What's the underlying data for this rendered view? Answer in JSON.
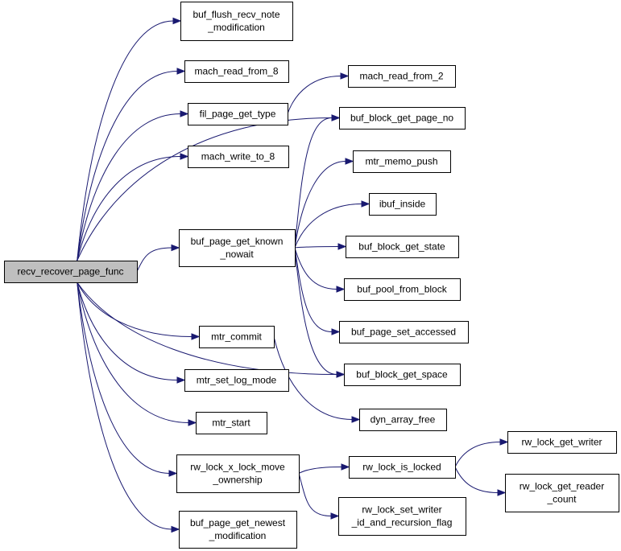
{
  "colors": {
    "edge": "#191970",
    "root_fill": "#bfbfbf",
    "node_fill": "#ffffff",
    "node_border": "#000000"
  },
  "nodes": [
    {
      "id": "recv_recover_page_func",
      "lines": [
        "recv_recover_page_func"
      ],
      "root": true
    },
    {
      "id": "buf_flush_recv_note_modification",
      "lines": [
        "buf_flush_recv_note",
        "_modification"
      ]
    },
    {
      "id": "mach_read_from_8",
      "lines": [
        "mach_read_from_8"
      ]
    },
    {
      "id": "fil_page_get_type",
      "lines": [
        "fil_page_get_type"
      ]
    },
    {
      "id": "mach_write_to_8",
      "lines": [
        "mach_write_to_8"
      ]
    },
    {
      "id": "buf_page_get_known_nowait",
      "lines": [
        "buf_page_get_known",
        "_nowait"
      ]
    },
    {
      "id": "mtr_commit",
      "lines": [
        "mtr_commit"
      ]
    },
    {
      "id": "mtr_set_log_mode",
      "lines": [
        "mtr_set_log_mode"
      ]
    },
    {
      "id": "mtr_start",
      "lines": [
        "mtr_start"
      ]
    },
    {
      "id": "rw_lock_x_lock_move_ownership",
      "lines": [
        "rw_lock_x_lock_move",
        "_ownership"
      ]
    },
    {
      "id": "buf_page_get_newest_modification",
      "lines": [
        "buf_page_get_newest",
        "_modification"
      ]
    },
    {
      "id": "mach_read_from_2",
      "lines": [
        "mach_read_from_2"
      ]
    },
    {
      "id": "buf_block_get_page_no",
      "lines": [
        "buf_block_get_page_no"
      ]
    },
    {
      "id": "mtr_memo_push",
      "lines": [
        "mtr_memo_push"
      ]
    },
    {
      "id": "ibuf_inside",
      "lines": [
        "ibuf_inside"
      ]
    },
    {
      "id": "buf_block_get_state",
      "lines": [
        "buf_block_get_state"
      ]
    },
    {
      "id": "buf_pool_from_block",
      "lines": [
        "buf_pool_from_block"
      ]
    },
    {
      "id": "buf_page_set_accessed",
      "lines": [
        "buf_page_set_accessed"
      ]
    },
    {
      "id": "buf_block_get_space",
      "lines": [
        "buf_block_get_space"
      ]
    },
    {
      "id": "dyn_array_free",
      "lines": [
        "dyn_array_free"
      ]
    },
    {
      "id": "rw_lock_is_locked",
      "lines": [
        "rw_lock_is_locked"
      ]
    },
    {
      "id": "rw_lock_set_writer_id_and_recursion_flag",
      "lines": [
        "rw_lock_set_writer",
        "_id_and_recursion_flag"
      ]
    },
    {
      "id": "rw_lock_get_writer",
      "lines": [
        "rw_lock_get_writer"
      ]
    },
    {
      "id": "rw_lock_get_reader_count",
      "lines": [
        "rw_lock_get_reader",
        "_count"
      ]
    }
  ],
  "edges": [
    {
      "from": "recv_recover_page_func",
      "to": "buf_flush_recv_note_modification"
    },
    {
      "from": "recv_recover_page_func",
      "to": "mach_read_from_8"
    },
    {
      "from": "recv_recover_page_func",
      "to": "fil_page_get_type"
    },
    {
      "from": "recv_recover_page_func",
      "to": "mach_write_to_8"
    },
    {
      "from": "recv_recover_page_func",
      "to": "buf_block_get_page_no"
    },
    {
      "from": "recv_recover_page_func",
      "to": "buf_page_get_known_nowait"
    },
    {
      "from": "recv_recover_page_func",
      "to": "buf_block_get_space"
    },
    {
      "from": "recv_recover_page_func",
      "to": "mtr_commit"
    },
    {
      "from": "recv_recover_page_func",
      "to": "mtr_set_log_mode"
    },
    {
      "from": "recv_recover_page_func",
      "to": "mtr_start"
    },
    {
      "from": "recv_recover_page_func",
      "to": "rw_lock_x_lock_move_ownership"
    },
    {
      "from": "recv_recover_page_func",
      "to": "buf_page_get_newest_modification"
    },
    {
      "from": "fil_page_get_type",
      "to": "mach_read_from_2"
    },
    {
      "from": "buf_page_get_known_nowait",
      "to": "buf_block_get_page_no"
    },
    {
      "from": "buf_page_get_known_nowait",
      "to": "mtr_memo_push"
    },
    {
      "from": "buf_page_get_known_nowait",
      "to": "ibuf_inside"
    },
    {
      "from": "buf_page_get_known_nowait",
      "to": "buf_block_get_state"
    },
    {
      "from": "buf_page_get_known_nowait",
      "to": "buf_pool_from_block"
    },
    {
      "from": "buf_page_get_known_nowait",
      "to": "buf_page_set_accessed"
    },
    {
      "from": "buf_page_get_known_nowait",
      "to": "buf_block_get_space"
    },
    {
      "from": "mtr_commit",
      "to": "dyn_array_free"
    },
    {
      "from": "rw_lock_x_lock_move_ownership",
      "to": "rw_lock_is_locked"
    },
    {
      "from": "rw_lock_x_lock_move_ownership",
      "to": "rw_lock_set_writer_id_and_recursion_flag"
    },
    {
      "from": "rw_lock_is_locked",
      "to": "rw_lock_get_writer"
    },
    {
      "from": "rw_lock_is_locked",
      "to": "rw_lock_get_reader_count"
    }
  ]
}
